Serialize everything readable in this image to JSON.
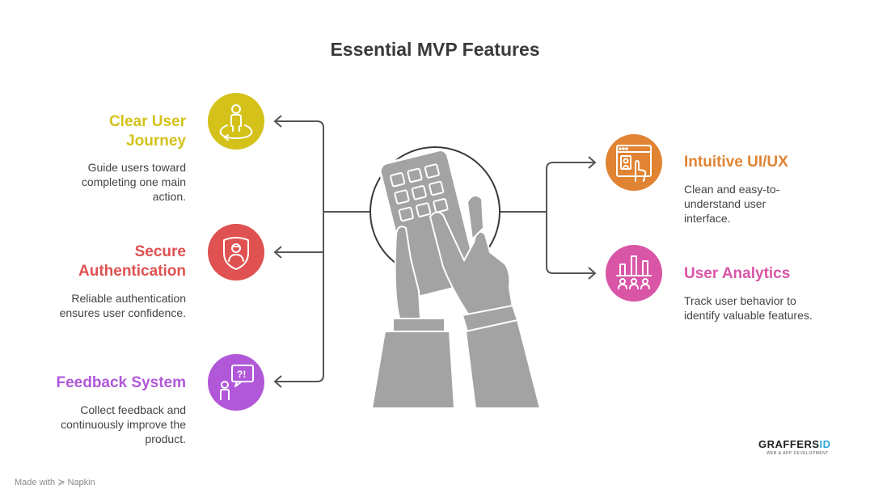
{
  "title": "Essential MVP Features",
  "features": {
    "clear_journey": {
      "title": "Clear User Journey",
      "desc": "Guide users toward completing one main action.",
      "color": "#d4c21a",
      "icon": "person-path-icon"
    },
    "secure_auth": {
      "title": "Secure Authentication",
      "desc": "Reliable authentication ensures user confidence.",
      "color": "#e05151",
      "icon": "shield-user-icon"
    },
    "feedback": {
      "title": "Feedback System",
      "desc": "Collect feedback and continuously improve the product.",
      "color": "#b158d9",
      "icon": "person-speech-bubble-icon"
    },
    "intuitive_ui": {
      "title": "Intuitive UI/UX",
      "desc": "Clean and easy-to-understand user interface.",
      "color": "#e08433",
      "icon": "browser-touch-icon"
    },
    "analytics": {
      "title": "User Analytics",
      "desc": "Track user behavior to identify valuable features.",
      "color": "#d955a6",
      "icon": "bar-chart-users-icon"
    }
  },
  "center_icon": "hand-tapping-phone-icon",
  "watermark": "Made with ≽ Napkin",
  "logo": {
    "name_prefix": "GRAFFERS",
    "name_suffix": "ID",
    "tagline": "WEB & APP DEVELOPMENT"
  }
}
